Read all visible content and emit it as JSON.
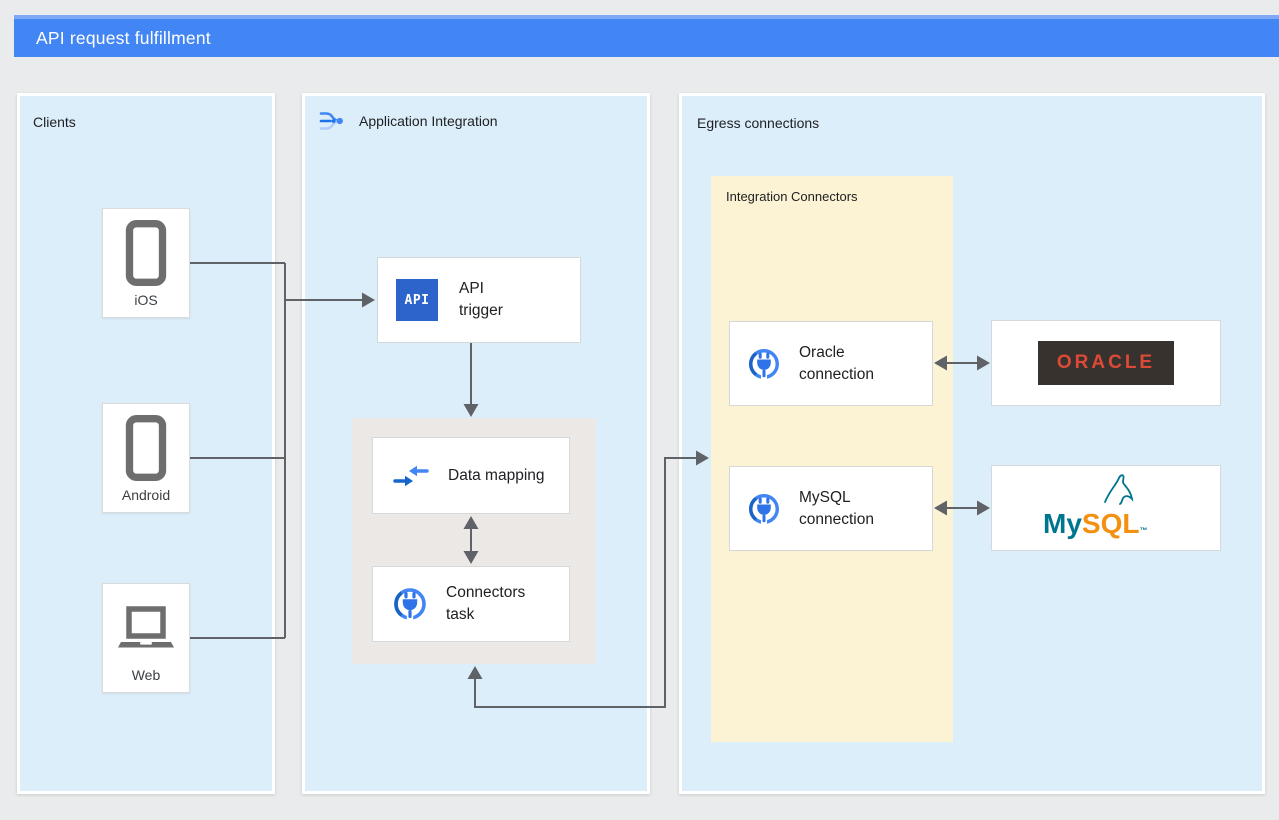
{
  "header": {
    "title": "API request fulfillment"
  },
  "clients_panel": {
    "title": "Clients",
    "devices": [
      {
        "label": "iOS",
        "icon": "smartphone-icon"
      },
      {
        "label": "Android",
        "icon": "smartphone-icon"
      },
      {
        "label": "Web",
        "icon": "laptop-icon"
      }
    ]
  },
  "integration_panel": {
    "title": "Application Integration",
    "api_trigger": {
      "icon_label": "API",
      "label": "API trigger"
    },
    "data_mapping": {
      "label": "Data mapping"
    },
    "connectors_task": {
      "label": "Connectors task"
    }
  },
  "egress_panel": {
    "title": "Egress connections",
    "connectors_group": {
      "title": "Integration Connectors",
      "oracle": {
        "label": "Oracle connection"
      },
      "mysql": {
        "label": "MySQL connection"
      }
    },
    "oracle_logo": {
      "text": "ORACLE"
    },
    "mysql_logo": {
      "my": "My",
      "sql": "SQL",
      "tm": "™"
    }
  },
  "colors": {
    "header_bar": "#4285f4",
    "panel_fill": "#dceefa",
    "integration_connectors_fill": "#fcf3d4",
    "tasks_container_fill": "#ece8e5",
    "arrow": "#5f6368",
    "api_icon_blue": "#2d64cb",
    "oracle_red": "#dc4a37",
    "oracle_badge_bg": "#37322d",
    "mysql_teal": "#00758f",
    "mysql_orange": "#f29111"
  }
}
